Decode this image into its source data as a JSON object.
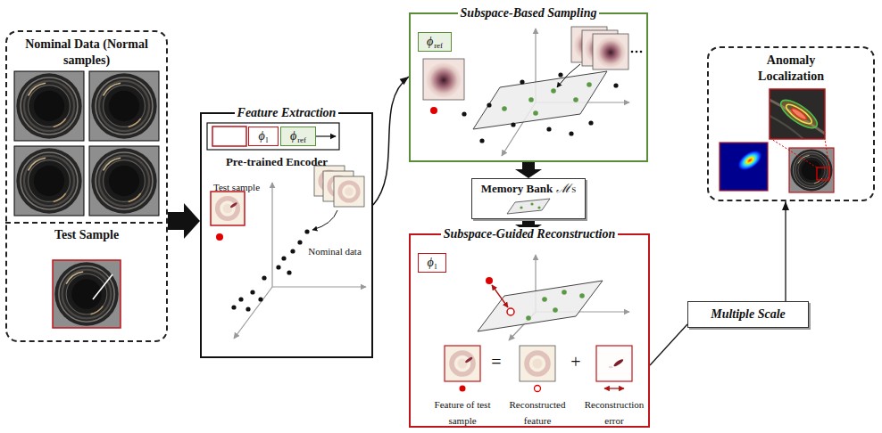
{
  "diagram": {
    "nodes": [
      {
        "text": [
          "Nominal Data (Normal samples)",
          "Test Sample"
        ]
      },
      {
        "text": [
          "Feature Extraction",
          "Pre-trained Encoder"
        ]
      },
      {
        "text": [
          "ϕ",
          "l"
        ],
        "in": 1
      },
      {
        "text": [
          "ϕ",
          "ref"
        ],
        "in": 1
      },
      {
        "text": [
          "Subspace-Based Sampling"
        ]
      },
      {
        "text": [
          "ϕ",
          "ref"
        ],
        "in": 4
      },
      {
        "text": [
          "Memory Bank",
          "ℳ",
          "S"
        ]
      },
      {
        "text": [
          "Subspace-Guided Reconstruction"
        ]
      },
      {
        "text": [
          "ϕ",
          "l"
        ],
        "in": 7
      },
      {
        "text": [
          "Multiple Scale"
        ]
      },
      {
        "text": [
          "Anomaly Localization"
        ]
      }
    ],
    "edges": [
      {
        "from": 0,
        "to": 1,
        "arrow": "to"
      },
      {
        "from": 1,
        "to": 4,
        "arrow": "to"
      },
      {
        "from": 4,
        "to": 6,
        "arrow": "to"
      },
      {
        "from": 6,
        "to": 7,
        "arrow": "to"
      },
      {
        "from": 7,
        "to": 9,
        "arrow": "none"
      },
      {
        "from": 9,
        "to": 10,
        "arrow": "to"
      }
    ],
    "labels": [
      "Test sample",
      "Nominal data",
      "=",
      "+",
      "Feature of test sample",
      "Reconstructed feature",
      "Reconstruction error"
    ]
  }
}
